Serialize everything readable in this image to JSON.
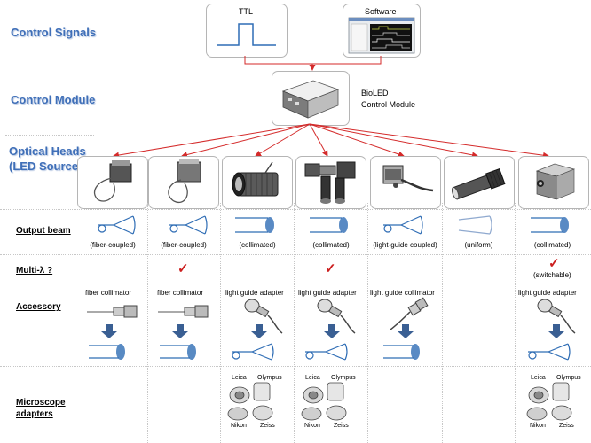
{
  "sections": {
    "control_signals": "Control Signals",
    "control_module": "Control Module",
    "optical_heads_line1": "Optical Heads",
    "optical_heads_line2": "(LED Sources)"
  },
  "signals": {
    "ttl": "TTL",
    "software": "Software"
  },
  "module": {
    "line1": "BioLED",
    "line2": "Control Module"
  },
  "rows": {
    "output_beam": "Output beam",
    "multi": "Multi-λ ?",
    "accessory": "Accessory",
    "microscope_line1": "Microscope",
    "microscope_line2": "adapters"
  },
  "beam_captions": [
    "(fiber-coupled)",
    "(fiber-coupled)",
    "(collimated)",
    "(collimated)",
    "(light-guide coupled)",
    "(uniform)",
    "(collimated)"
  ],
  "check_mark": "✓",
  "switchable": "(switchable)",
  "accessories": {
    "col1": "fiber collimator",
    "col2": "fiber collimator",
    "col3": "light guide adapter",
    "col4": "light guide adapter",
    "col5": "light guide collimator",
    "col7": "light guide adapter"
  },
  "microscope_brands": {
    "leica": "Leica",
    "olympus": "Olympus",
    "nikon": "Nikon",
    "zeiss": "Zeiss"
  },
  "colors": {
    "section_blue": "#3f6fb8",
    "arrow_red": "#d42a2a",
    "beam_blue": "#2f6db5",
    "box_border": "#b5b5b5"
  }
}
